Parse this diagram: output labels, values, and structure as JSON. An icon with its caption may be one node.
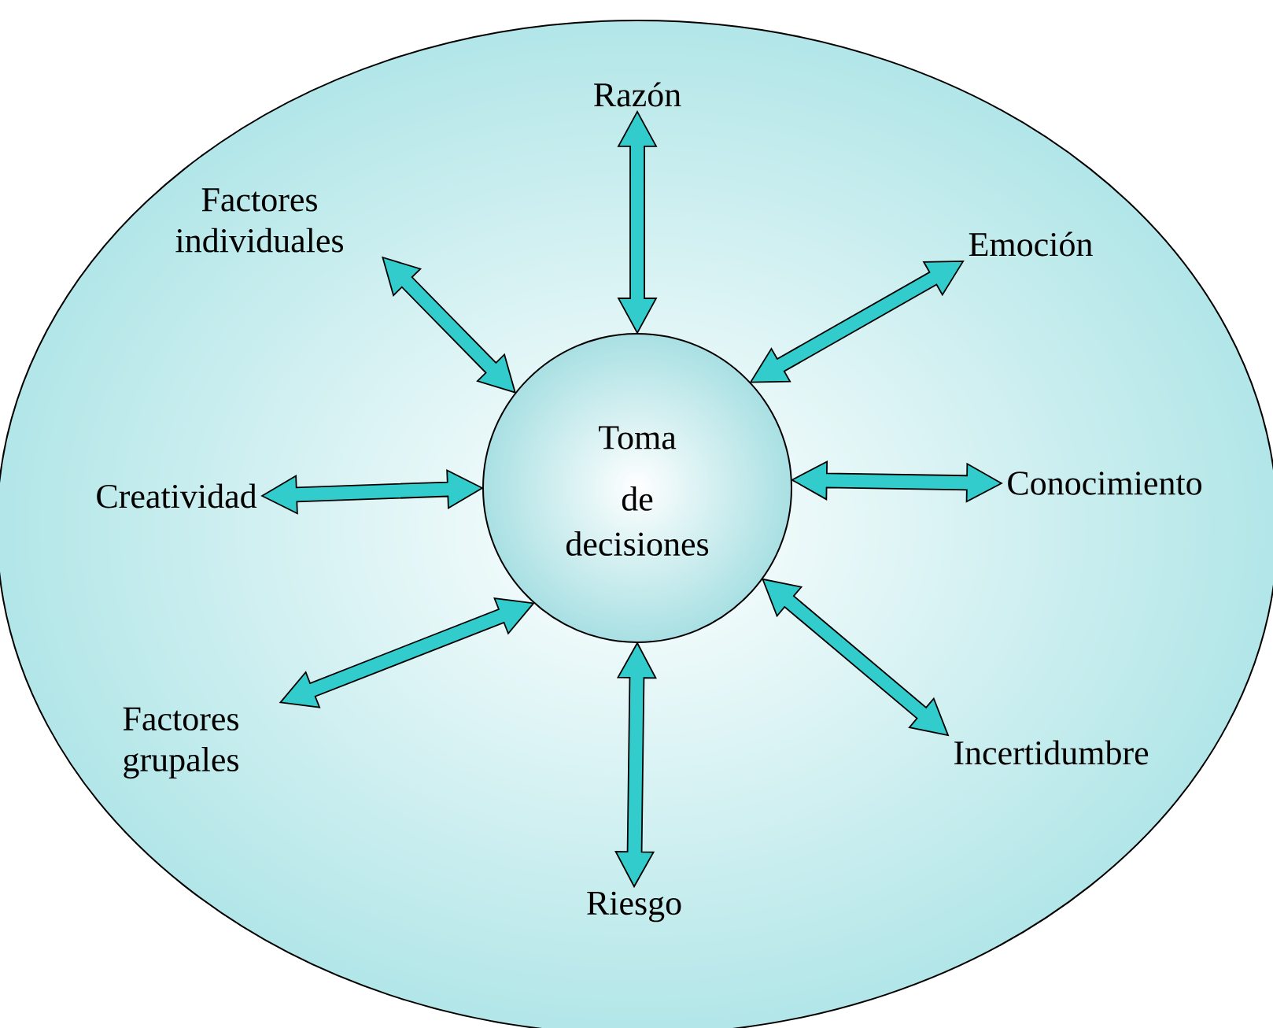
{
  "diagram": {
    "nodes": [
      {
        "text": [
          "Toma",
          "de decisiones"
        ]
      },
      {
        "text": [
          "Razón"
        ]
      },
      {
        "text": [
          "Factores individuales"
        ]
      },
      {
        "text": [
          "Emoción"
        ]
      },
      {
        "text": [
          "Creatividad"
        ]
      },
      {
        "text": [
          "Conocimiento"
        ]
      },
      {
        "text": [
          "Factores grupales"
        ]
      },
      {
        "text": [
          "Incertidumbre"
        ]
      },
      {
        "text": [
          "Riesgo"
        ]
      }
    ],
    "edges": [
      {
        "from": 1,
        "to": 0,
        "arrow": "both"
      },
      {
        "from": 2,
        "to": 0,
        "arrow": "both"
      },
      {
        "from": 3,
        "to": 0,
        "arrow": "both"
      },
      {
        "from": 4,
        "to": 0,
        "arrow": "both"
      },
      {
        "from": 5,
        "to": 0,
        "arrow": "both"
      },
      {
        "from": 6,
        "to": 0,
        "arrow": "both"
      },
      {
        "from": 7,
        "to": 0,
        "arrow": "both"
      },
      {
        "from": 8,
        "to": 0,
        "arrow": "both"
      }
    ]
  }
}
